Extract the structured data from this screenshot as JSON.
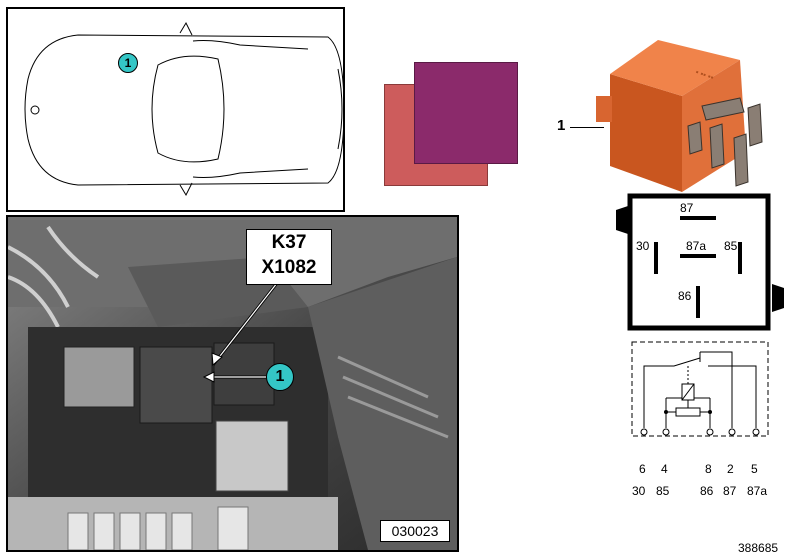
{
  "car_panel": {
    "callout": "1"
  },
  "colors": {
    "swatch_back": "#cd5c5c",
    "swatch_front": "#8b2a6b",
    "relay_body": "#e0703a",
    "callout_fill": "#34c6c6"
  },
  "photo": {
    "label_component": "K37",
    "label_connector": "X1082",
    "callout": "1",
    "image_number": "030023"
  },
  "relay": {
    "callout": "1",
    "pins": {
      "top": "87",
      "left": "30",
      "center": "87a",
      "right": "85",
      "bottom": "86"
    }
  },
  "schematic": {
    "connector_pins": [
      "6",
      "4",
      "8",
      "2",
      "5"
    ],
    "terminals": [
      "30",
      "85",
      "86",
      "87",
      "87a"
    ]
  },
  "footer": {
    "figure_number": "388685"
  }
}
